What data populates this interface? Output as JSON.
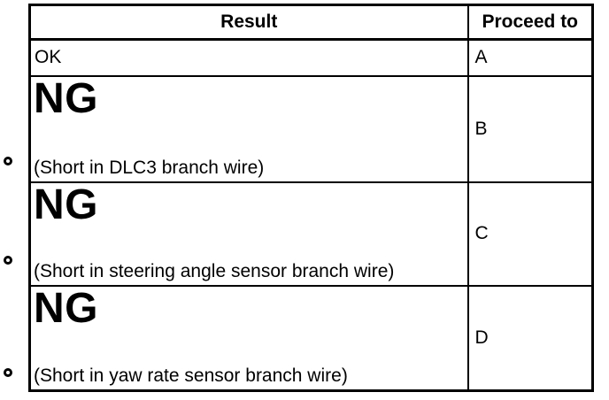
{
  "colors": {
    "background": "#ffffff",
    "border": "#000000",
    "text": "#000000"
  },
  "table": {
    "columns": [
      {
        "label": "Result"
      },
      {
        "label": "Proceed to"
      }
    ],
    "rows": [
      {
        "result": "OK",
        "proceed_to": "A",
        "marker": false
      },
      {
        "result": "NG",
        "detail": "(Short in DLC3 branch wire)",
        "proceed_to": "B",
        "marker": true
      },
      {
        "result": "NG",
        "detail": "(Short in steering angle sensor branch wire)",
        "proceed_to": "C",
        "marker": true
      },
      {
        "result": "NG",
        "detail": "(Short in yaw rate sensor branch wire)",
        "proceed_to": "D",
        "marker": true
      }
    ]
  },
  "markers": {
    "shape": "circle-outline",
    "color": "#000000",
    "count": 3
  }
}
